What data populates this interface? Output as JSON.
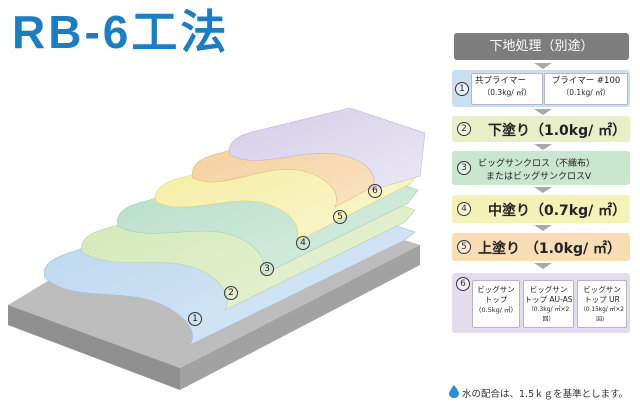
{
  "title": "RB-6工法",
  "header": "下地処理（別途）",
  "steps": [
    {
      "num": "1",
      "left_label": "共プライマー",
      "left_sub": "（0.3kg/ ㎡）",
      "right_label": "プライマー #100",
      "right_sub": "（0.1kg/ ㎡）",
      "color": "#c9e0f2"
    },
    {
      "num": "2",
      "label": "下塗り（1.0kg/ ㎡）",
      "color": "#e6efc8"
    },
    {
      "num": "3",
      "line1": "ビッグサンクロス（不織布）",
      "line2": "またはビッグサンクロスV",
      "color": "#c9e6cf"
    },
    {
      "num": "4",
      "label": "中塗り（0.7kg/ ㎡）",
      "color": "#f5f2b8"
    },
    {
      "num": "5",
      "label": "上塗り （1.0kg/ ㎡）",
      "color": "#f8ddb7"
    },
    {
      "num": "6",
      "options": [
        {
          "l1": "ビッグサン",
          "l2": "トップ",
          "l3": "（0.5kg/ ㎡）"
        },
        {
          "l1": "ビッグサン",
          "l2": "トップ AU-AS",
          "l3": "（0.3kg/ ㎡×2回）"
        },
        {
          "l1": "ビッグサン",
          "l2": "トップ UR",
          "l3": "（0.15kg/ ㎡×2回）"
        }
      ],
      "color": "#e3dcef"
    }
  ],
  "layer_numbers": [
    "1",
    "2",
    "3",
    "4",
    "5",
    "6"
  ],
  "note": "水の配合は、1.5ｋｇを基準とします。",
  "colors": {
    "title": "#1e7cc0",
    "header": "#7d7d7d",
    "base": "#b3b3b3",
    "l1": "#c4dcf0",
    "l2": "#d6ebc0",
    "l3": "#bfe2cf",
    "l4": "#f6f0ae",
    "l5": "#f5d6a7",
    "l6": "#dcd6ec"
  }
}
